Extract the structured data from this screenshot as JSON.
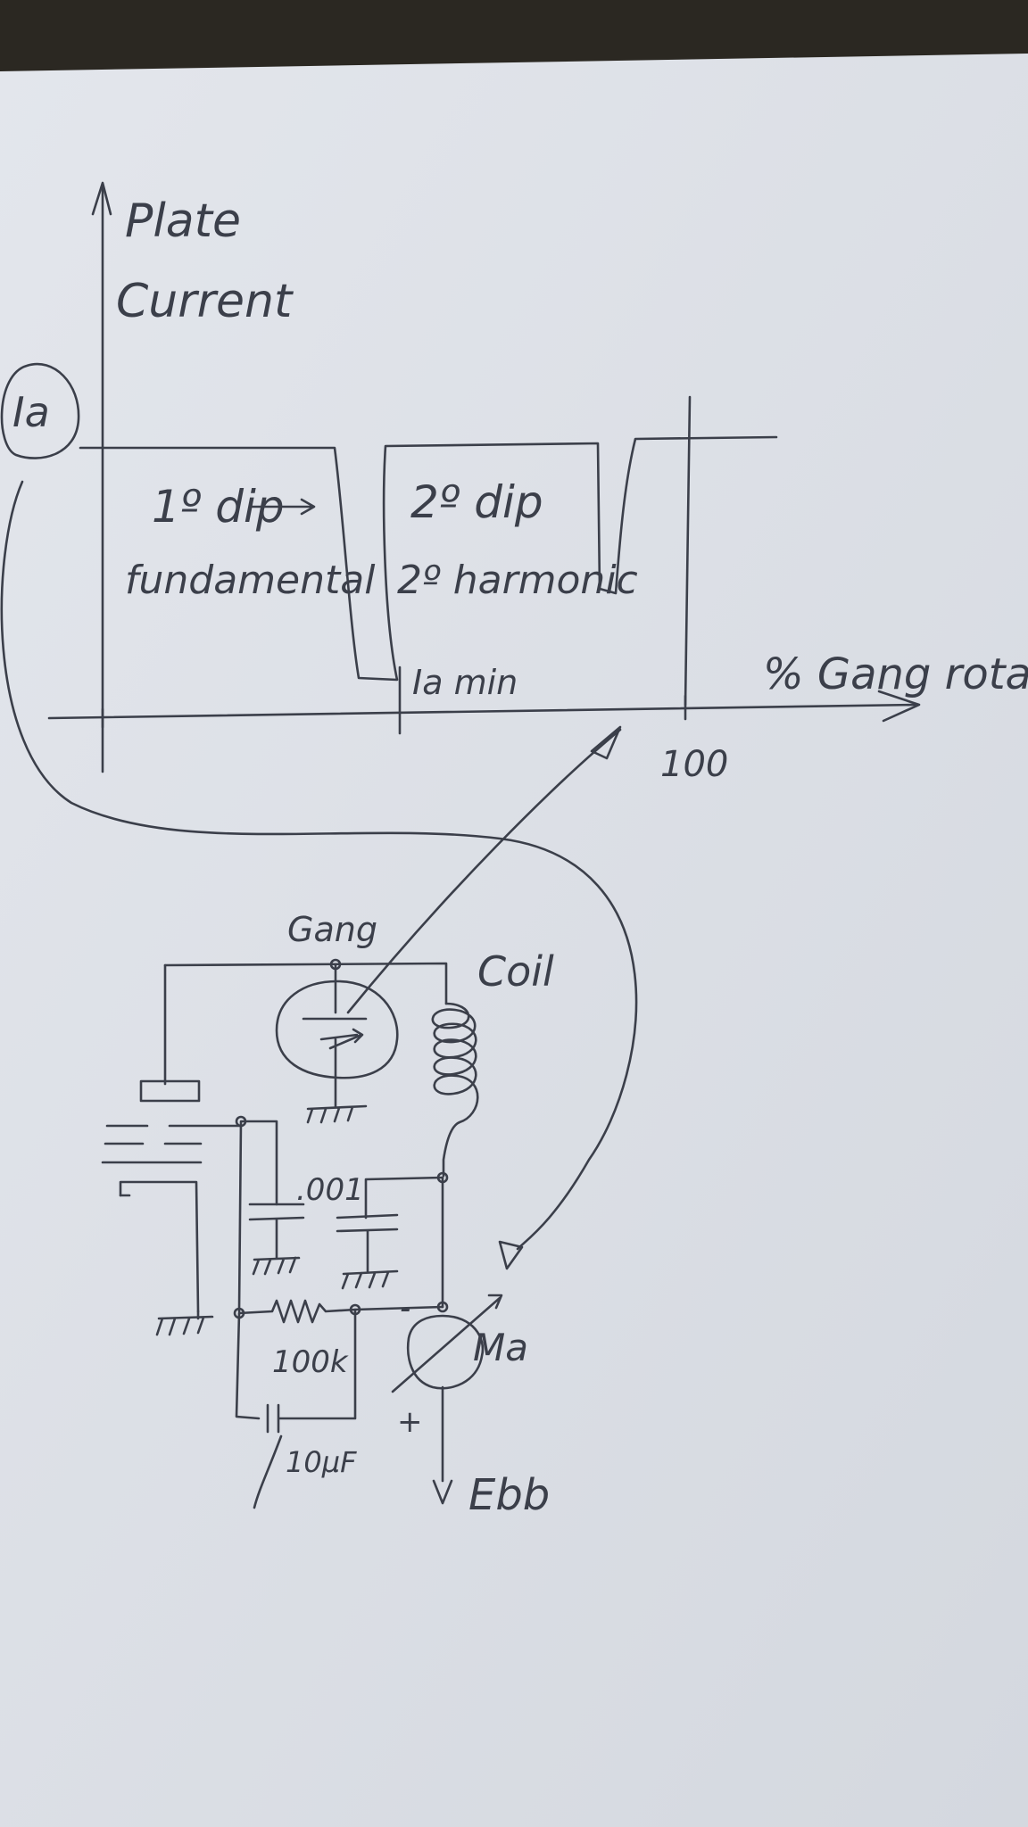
{
  "graph": {
    "y_axis_label_line1": "Plate",
    "y_axis_label_line2": "Current",
    "ia_marker": "Ia",
    "dip1_line1": "1º dip",
    "dip1_line2": "fundamental",
    "dip2_line1": "2º dip",
    "dip2_line2": "2º harmonic",
    "iamin_label": "Ia min",
    "x_axis_label": "% Gang rotat",
    "x_tick_100": "100"
  },
  "circuit": {
    "gang_label": "Gang",
    "coil_label": "Coil",
    "cap_label": ".001",
    "resistor_label": "100k",
    "cap2_label": "10µF",
    "meter_label": "Ma",
    "plus_sign": "+",
    "minus_sign": "-",
    "supply_label": "Ebb"
  },
  "colors": {
    "paper": "#dfe3ea",
    "ink": "#3b3f4a",
    "background": "#2b2822"
  }
}
